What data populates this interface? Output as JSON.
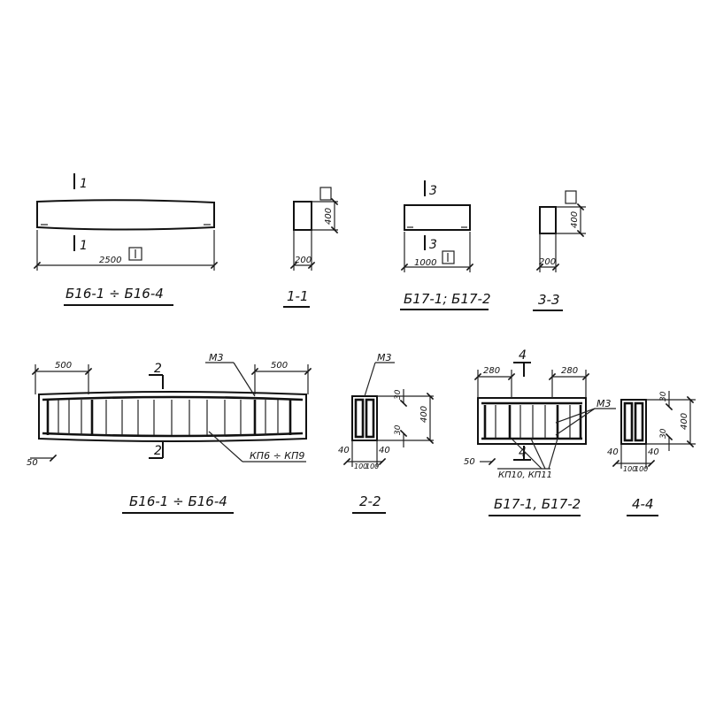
{
  "top_row": {
    "beam_b16": {
      "title": "Б16-1 ÷ Б16-4",
      "length": "2500",
      "cut_mark": "1"
    },
    "section_1_1": {
      "title": "1-1",
      "height": "400",
      "width": "200"
    },
    "beam_b17": {
      "title": "Б17-1; Б17-2",
      "length": "1000",
      "cut_mark": "3"
    },
    "section_3_3": {
      "title": "3-3",
      "height": "400",
      "width": "200"
    }
  },
  "bottom_row": {
    "b16_reinforcement": {
      "title": "Б16-1 ÷ Б16-4",
      "end_zone_left": "500",
      "end_zone_right": "500",
      "cover": "50",
      "cut_mark": "2",
      "mesh_label": "М3",
      "frames_label": "КП6 ÷ КП9"
    },
    "section_2_2": {
      "title": "2-2",
      "mesh_label": "М3",
      "cover_top": "30",
      "cover_bottom": "30",
      "height": "400",
      "edge_left": "40",
      "edge_right": "40",
      "spacing_left": "100",
      "spacing_right": "100"
    },
    "b17_reinforcement": {
      "title": "Б17-1, Б17-2",
      "end_zone_left": "280",
      "end_zone_right": "280",
      "cover": "50",
      "cut_mark": "4",
      "mesh_label": "М3",
      "frames_label": "КП10, КП11"
    },
    "section_4_4": {
      "title": "4-4",
      "cover_top": "30",
      "cover_bottom": "30",
      "height": "400",
      "edge_left": "40",
      "edge_right": "40",
      "spacing_left": "100",
      "spacing_right": "100"
    }
  }
}
